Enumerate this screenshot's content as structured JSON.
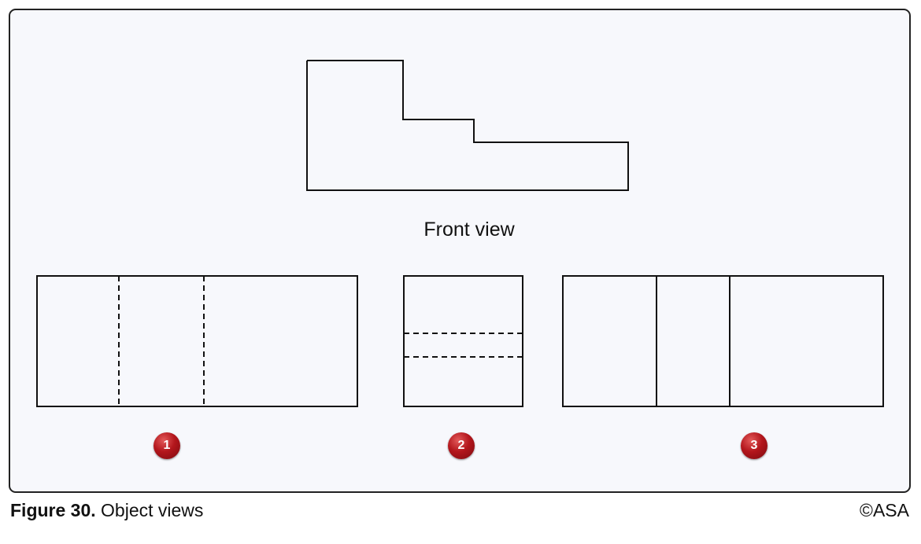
{
  "diagram": {
    "front_view_label": "Front view",
    "options": [
      {
        "number": "1"
      },
      {
        "number": "2"
      },
      {
        "number": "3"
      }
    ]
  },
  "caption": {
    "figure_number": "Figure 30.",
    "title": "Object views"
  },
  "copyright": "©ASA",
  "colors": {
    "panel_background": "#f7f8fc",
    "line": "#111111",
    "badge": "#b3161c"
  }
}
